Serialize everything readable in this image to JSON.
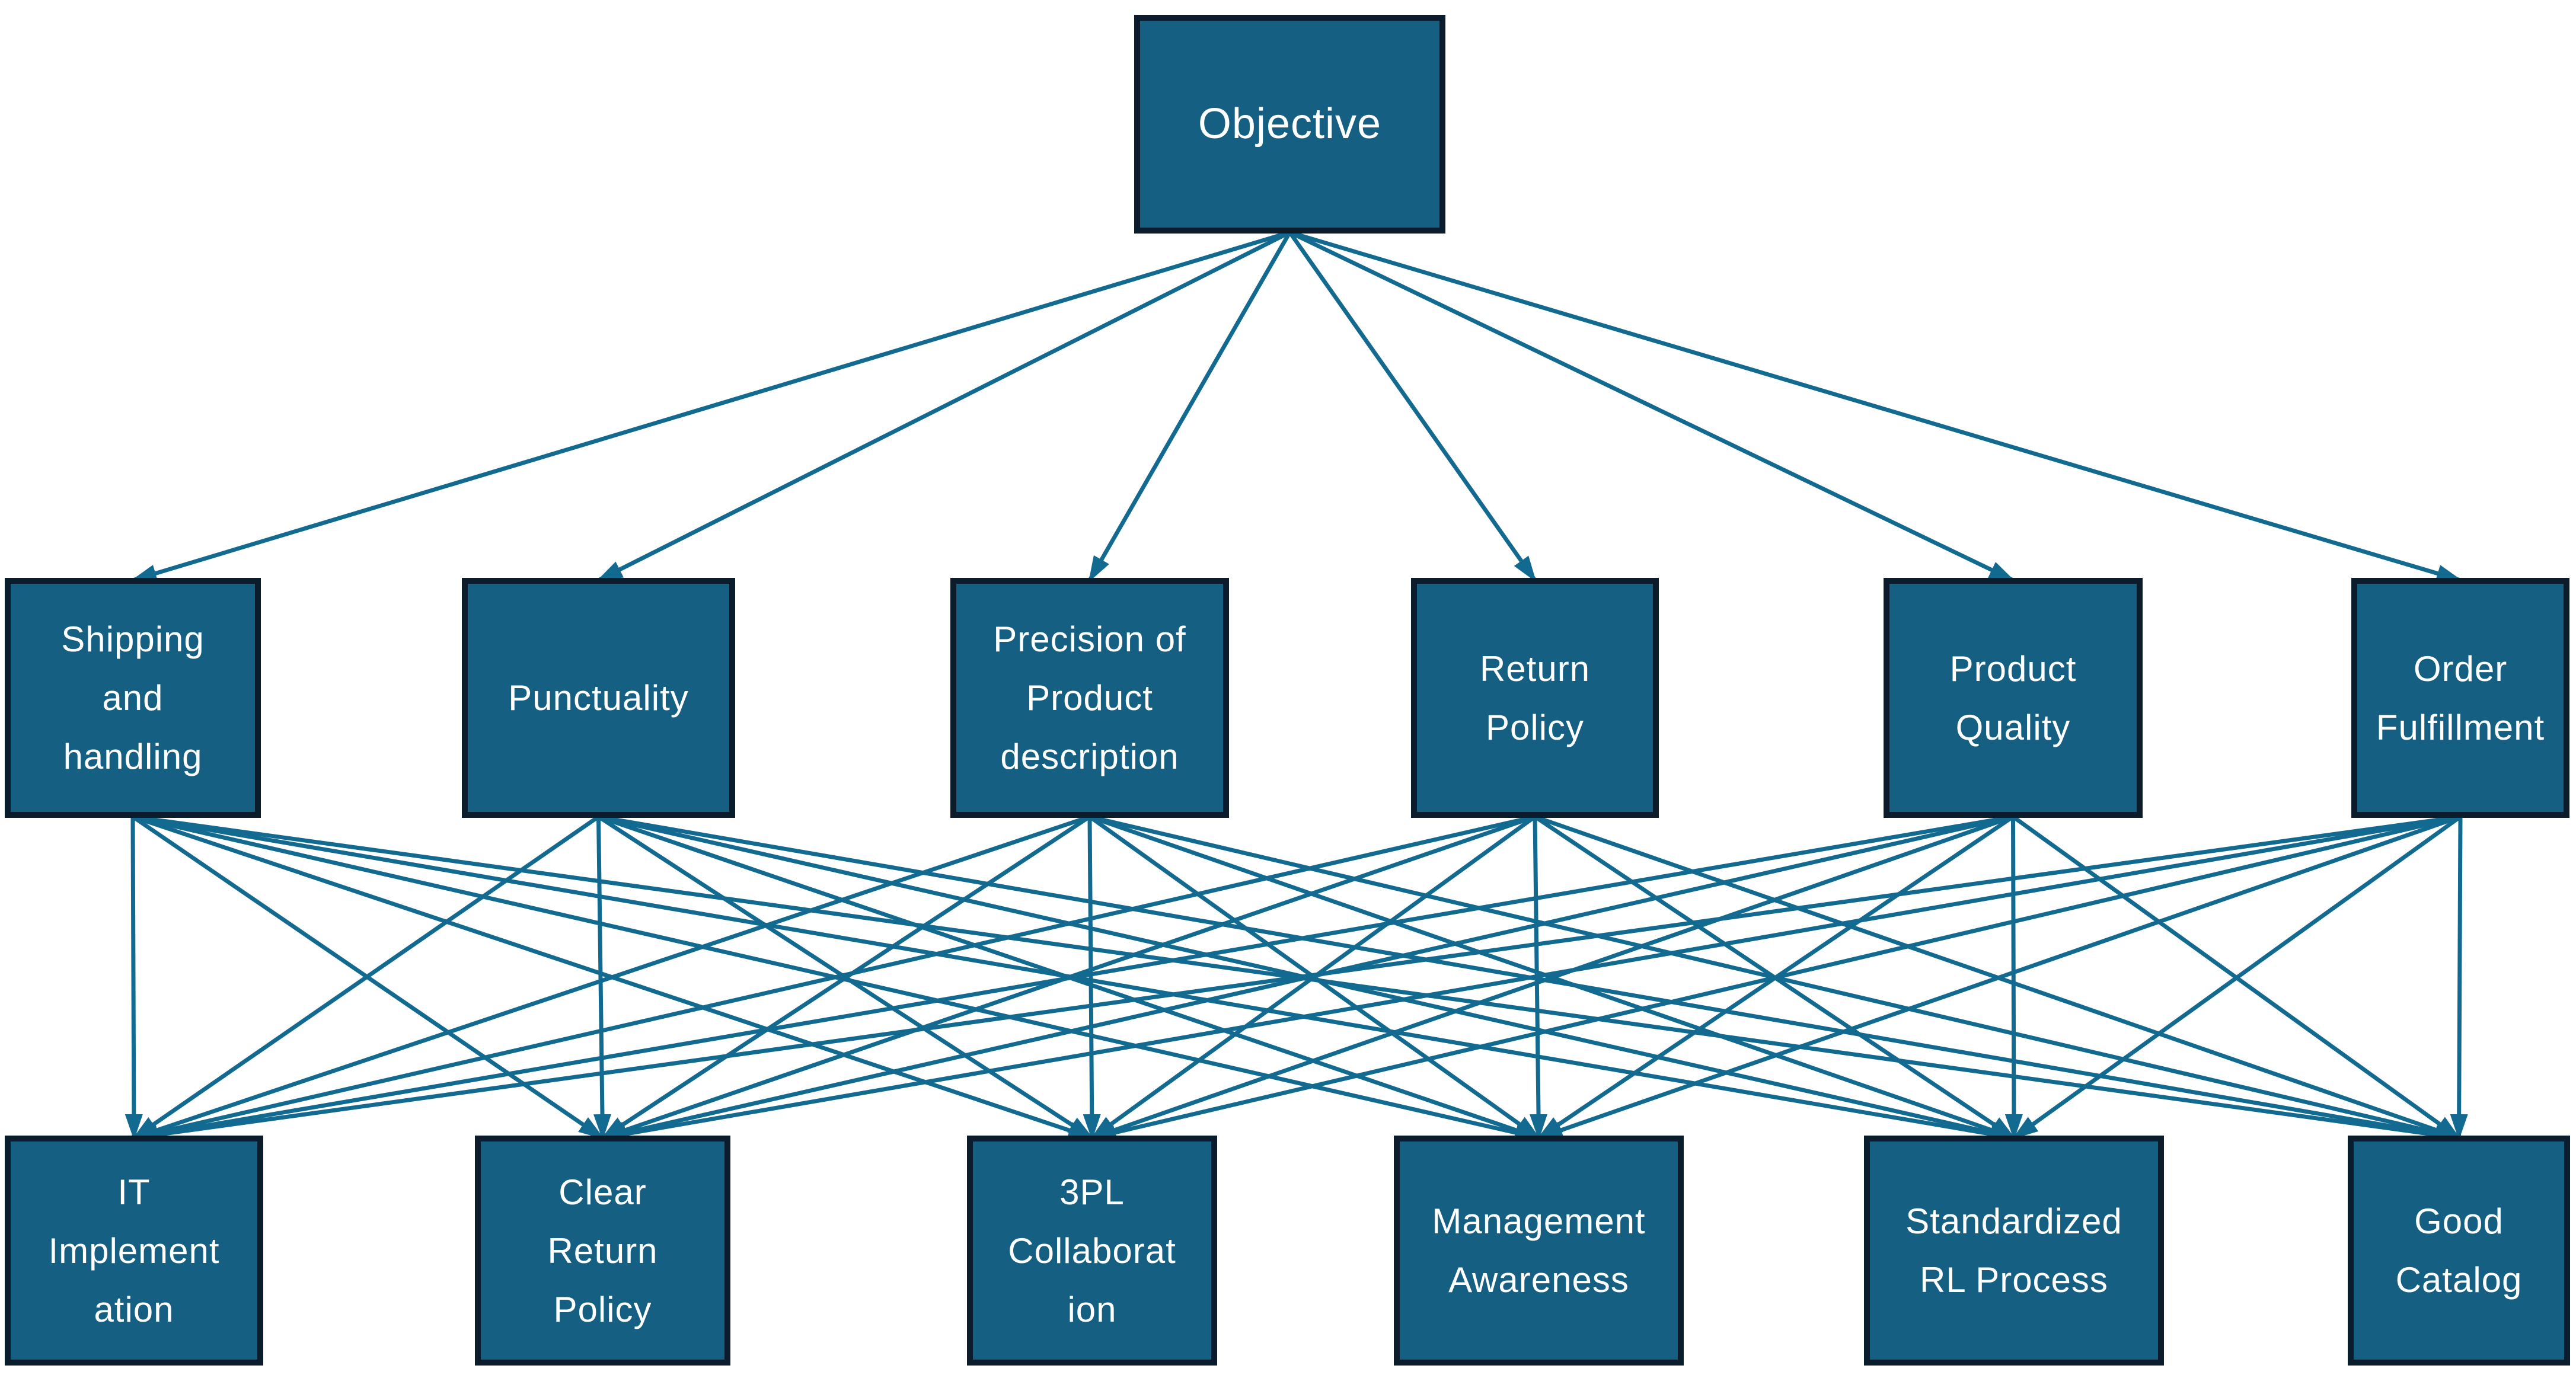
{
  "diagram": {
    "objective": {
      "label": "Objective"
    },
    "criteria": [
      {
        "label": "Shipping and handling",
        "lines": [
          "Shipping",
          "and",
          "handling"
        ]
      },
      {
        "label": "Punctuality",
        "lines": [
          "Punctuality"
        ]
      },
      {
        "label": "Precision of Product description",
        "lines": [
          "Precision of",
          "Product",
          "description"
        ]
      },
      {
        "label": "Return Policy",
        "lines": [
          "Return",
          "Policy"
        ]
      },
      {
        "label": "Product Quality",
        "lines": [
          "Product",
          "Quality"
        ]
      },
      {
        "label": "Order Fulfillment",
        "lines": [
          "Order",
          "Fulfillment"
        ]
      }
    ],
    "alternatives": [
      {
        "label": "IT Implementation",
        "lines": [
          "IT",
          "Implement",
          "ation"
        ]
      },
      {
        "label": "Clear Return Policy",
        "lines": [
          "Clear",
          "Return",
          "Policy"
        ]
      },
      {
        "label": "3PL Collaboration",
        "lines": [
          "3PL",
          "Collaborat",
          "ion"
        ]
      },
      {
        "label": "Management Awareness",
        "lines": [
          "Management",
          "Awareness"
        ]
      },
      {
        "label": "Standardized RL Process",
        "lines": [
          "Standardized",
          "RL Process"
        ]
      },
      {
        "label": "Good Catalog",
        "lines": [
          "Good",
          "Catalog"
        ]
      }
    ],
    "edges": {
      "from_objective_to": [
        "Shipping and handling",
        "Punctuality",
        "Precision of Product description",
        "Return Policy",
        "Product Quality",
        "Order Fulfillment"
      ],
      "from_each_criterion_to": [
        "IT Implementation",
        "Clear Return Policy",
        "3PL Collaboration",
        "Management Awareness",
        "Standardized RL Process",
        "Good Catalog"
      ]
    },
    "colors": {
      "node_fill": "#156082",
      "node_border": "#0b1c2c",
      "edge": "#136a90",
      "text": "#ffffff",
      "background": "#ffffff"
    }
  }
}
